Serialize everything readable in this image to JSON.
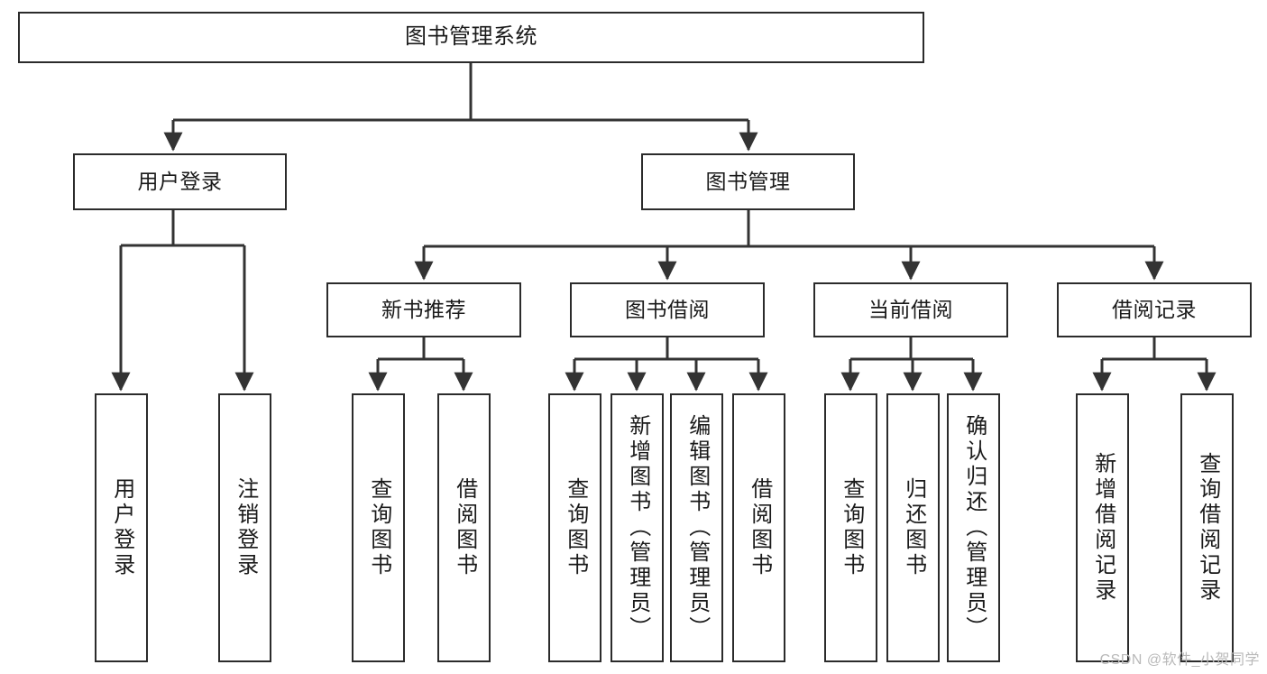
{
  "diagram": {
    "title": "图书管理系统",
    "type": "tree-hierarchy",
    "watermark": "CSDN @软件_小贺同学",
    "colors": {
      "node_border": "#2b2b2b",
      "node_fill": "#ffffff",
      "connector": "#333333",
      "text": "#1a1a1a",
      "watermark": "#b9b9b9",
      "background": "#ffffff"
    },
    "nodes": {
      "root": {
        "label": "图书管理系统"
      },
      "level2": [
        {
          "id": "user-login",
          "label": "用户登录"
        },
        {
          "id": "book-management",
          "label": "图书管理"
        }
      ],
      "level3": [
        {
          "id": "new-book-recommend",
          "label": "新书推荐"
        },
        {
          "id": "book-borrow",
          "label": "图书借阅"
        },
        {
          "id": "current-borrow",
          "label": "当前借阅"
        },
        {
          "id": "borrow-record",
          "label": "借阅记录"
        }
      ],
      "leaves": {
        "user-login": [
          {
            "id": "leaf-user-login",
            "label": "用户登录"
          },
          {
            "id": "leaf-logout-login",
            "label": "注销登录"
          }
        ],
        "new-book-recommend": [
          {
            "id": "leaf-query-book-1",
            "label": "查询图书"
          },
          {
            "id": "leaf-borrow-book-1",
            "label": "借阅图书"
          }
        ],
        "book-borrow": [
          {
            "id": "leaf-query-book-2",
            "label": "查询图书"
          },
          {
            "id": "leaf-add-book",
            "label": "新增图书（管理员）"
          },
          {
            "id": "leaf-edit-book",
            "label": "编辑图书（管理员）"
          },
          {
            "id": "leaf-borrow-book-2",
            "label": "借阅图书"
          }
        ],
        "current-borrow": [
          {
            "id": "leaf-query-book-3",
            "label": "查询图书"
          },
          {
            "id": "leaf-return-book",
            "label": "归还图书"
          },
          {
            "id": "leaf-confirm-return",
            "label": "确认归还（管理员）"
          }
        ],
        "borrow-record": [
          {
            "id": "leaf-add-record",
            "label": "新增借阅记录"
          },
          {
            "id": "leaf-query-record",
            "label": "查询借阅记录"
          }
        ]
      }
    }
  }
}
